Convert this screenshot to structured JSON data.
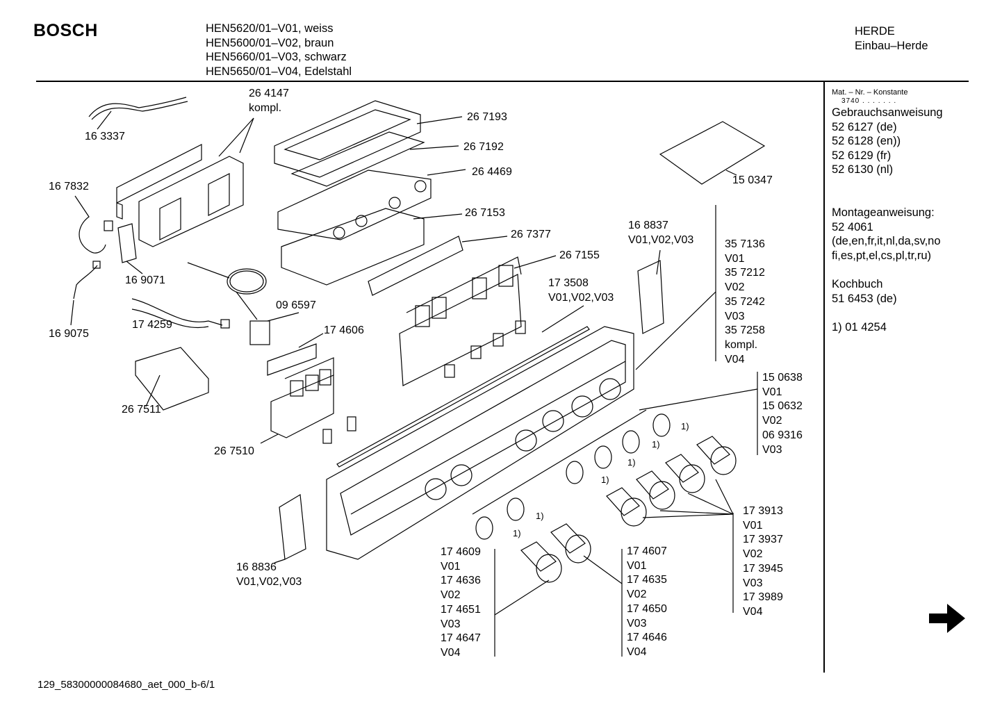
{
  "header": {
    "brand": "BOSCH",
    "models": [
      "HEN5620/01–V01, weiss",
      "HEN5600/01–V02, braun",
      "HEN5660/01–V03, schwarz",
      "HEN5650/01–V04, Edelstahl"
    ],
    "category": "HERDE",
    "subcategory": "Einbau–Herde"
  },
  "side_panel": {
    "konstante_label": "Mat. – Nr. – Konstante",
    "konstante_value": "3740 . . . . . . .",
    "gebrauch_title": "Gebrauchsanweisung",
    "gebrauch": [
      "52 6127 (de)",
      "52 6128 (en))",
      "52 6129 (fr)",
      "52 6130 (nl)"
    ],
    "montage_title": "Montageanweisung:",
    "montage": [
      "52 4061",
      "(de,en,fr,it,nl,da,sv,no",
      "fi,es,pt,el,cs,pl,tr,ru)"
    ],
    "koch_title": "Kochbuch",
    "koch": "51 6453 (de)",
    "note": "1) 01 4254"
  },
  "parts": {
    "p163337": "16 3337",
    "p264147": [
      "26 4147",
      "kompl."
    ],
    "p267193": "26 7193",
    "p267192": "26 7192",
    "p264469": "26 4469",
    "p267153": "26 7153",
    "p267377": "26 7377",
    "p267155": "26 7155",
    "p167832": "16 7832",
    "p169071": "16 9071",
    "p169075": "16 9075",
    "p174259": "17 4259",
    "p096597": "09 6597",
    "p174606": "17 4606",
    "p267511": "26 7511",
    "p267510": "26 7510",
    "p150347": "15 0347",
    "p168837": [
      "16 8837",
      "V01,V02,V03"
    ],
    "p173508": [
      "17 3508",
      "V01,V02,V03"
    ],
    "p168836": [
      "16 8836",
      "V01,V02,V03"
    ],
    "group_357": [
      "35 7136",
      "V01",
      "35 7212",
      "V02",
      "35 7242",
      "V03",
      "35 7258",
      "kompl.",
      "V04"
    ],
    "group_150": [
      "15 0638",
      "V01",
      "15 0632",
      "V02",
      "06 9316",
      "V03"
    ],
    "group_1739": [
      "17 3913",
      "V01",
      "17 3937",
      "V02",
      "17 3945",
      "V03",
      "17 3989",
      "V04"
    ],
    "group_1746a": [
      "17 4609",
      "V01",
      "17 4636",
      "V02",
      "17 4651",
      "V03",
      "17 4647",
      "V04"
    ],
    "group_1746b": [
      "17 4607",
      "V01",
      "17 4635",
      "V02",
      "17 4650",
      "V03",
      "17 4646",
      "V04"
    ],
    "footnote_mark": "1)"
  },
  "footer": {
    "code": "129_58300000084680_aet_000_b-6/1"
  }
}
